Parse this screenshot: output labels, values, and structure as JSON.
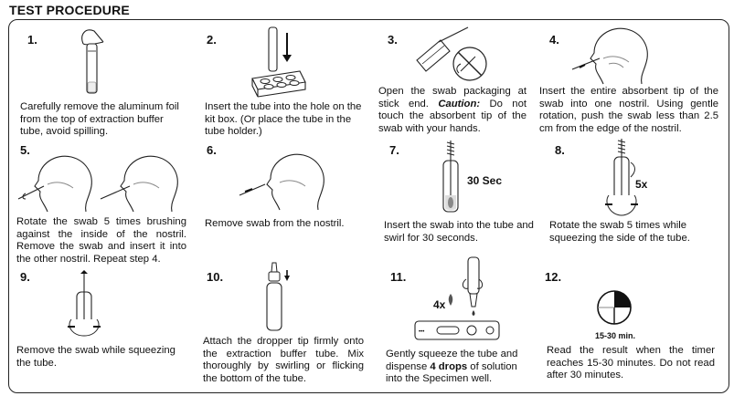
{
  "title": "TEST PROCEDURE",
  "steps": [
    {
      "num": "1.",
      "text": "Carefully remove the aluminum foil from the top of extraction buffer tube, avoid spilling."
    },
    {
      "num": "2.",
      "text": "Insert the tube into the hole on the kit box. (Or place the tube in the tube holder.)"
    },
    {
      "num": "3.",
      "text_a": "Open the swab packaging at stick end. ",
      "caution": "Caution:",
      "text_b": " Do not touch the absorbent tip of the swab with your hands."
    },
    {
      "num": "4.",
      "text": "Insert the entire absorbent tip of the swab into one nostril. Using gentle rotation, push the swab less than 2.5 cm from the edge of the nostril."
    },
    {
      "num": "5.",
      "text": "Rotate the swab 5 times brushing against the inside of the nostril. Remove the swab and insert it into the other nostril. Repeat step 4."
    },
    {
      "num": "6.",
      "text": "Remove swab from the nostril."
    },
    {
      "num": "7.",
      "text": "Insert the swab into the tube and swirl for 30 seconds.",
      "label": "30 Sec"
    },
    {
      "num": "8.",
      "text": "Rotate the swab 5 times while squeezing the side of the tube.",
      "label": "5x"
    },
    {
      "num": "9.",
      "text": "Remove the swab while squeezing the tube."
    },
    {
      "num": "10.",
      "text": "Attach the dropper tip firmly onto the extraction buffer tube. Mix thoroughly by swirling or flicking the bottom of the tube."
    },
    {
      "num": "11.",
      "text_a": "Gently squeeze the tube and dispense ",
      "bold": "4 drops",
      "text_b": " of solution into the Specimen well.",
      "label": "4x"
    },
    {
      "num": "12.",
      "text": "Read the result when the timer reaches 15-30 minutes. Do not read after 30 minutes.",
      "label": "15-30 min."
    }
  ],
  "timer_elapsed_fraction": 0.25
}
